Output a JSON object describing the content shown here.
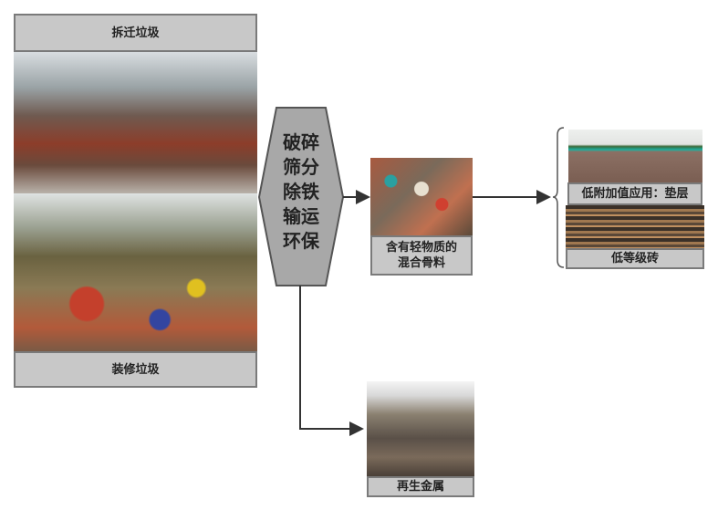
{
  "sources": {
    "demolition_label": "拆迁垃圾",
    "renovation_label": "装修垃圾"
  },
  "process": {
    "steps": [
      "破碎",
      "筛分",
      "除铁",
      "输运",
      "环保"
    ]
  },
  "products": {
    "mixed_aggregate": {
      "line1": "含有轻物质的",
      "line2": "混合骨料"
    },
    "low_value_use": "低附加值应用：垫层",
    "low_grade_brick": "低等级砖",
    "recycled_metal": "再生金属"
  }
}
